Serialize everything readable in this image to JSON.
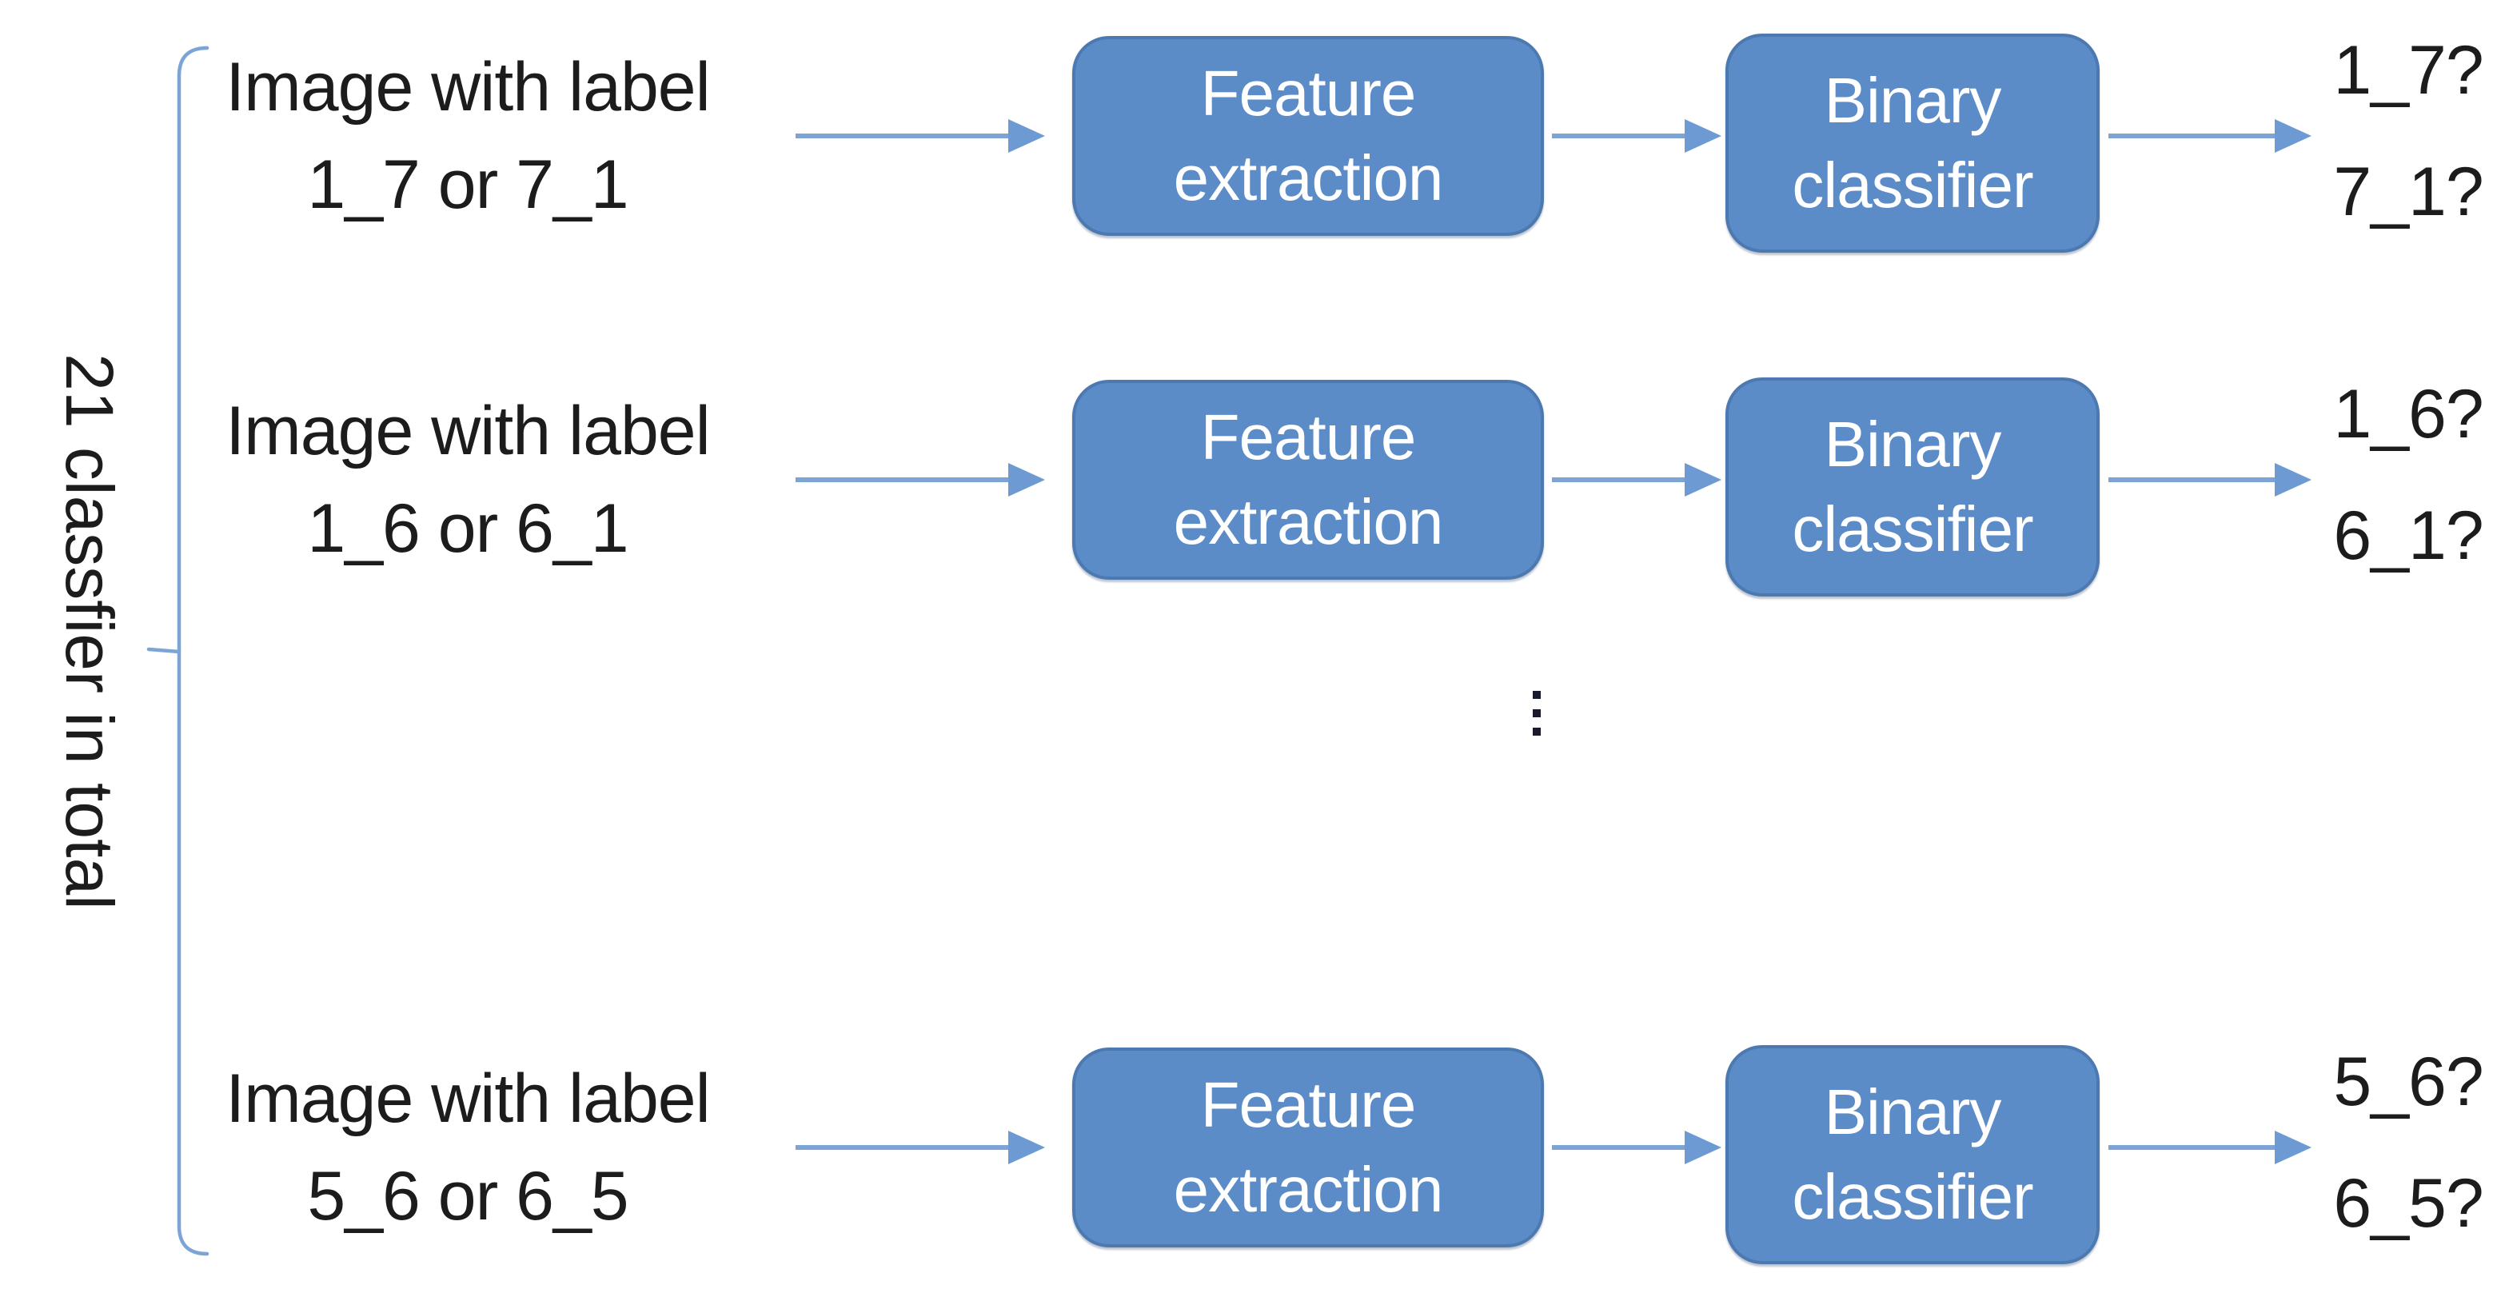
{
  "figure": {
    "brace_label": "21 classfier in total",
    "colors": {
      "box_fill": "#5b8cc8",
      "box_border": "#4c79b0",
      "arrow": "#7da4d6",
      "arrow_head": "#6d9ad2",
      "text": "#1c1c1c",
      "box_text": "#ffffff"
    },
    "rows": [
      {
        "input": {
          "line1": "Image with label",
          "line2": "1_7 or 7_1"
        },
        "feature_box": {
          "line1": "Feature",
          "line2": "extraction"
        },
        "binary_box": {
          "line1": "Binary",
          "line2": "classifier"
        },
        "output": {
          "line1": "1_7?",
          "line2": "7_1?"
        }
      },
      {
        "input": {
          "line1": "Image with label",
          "line2": "1_6 or 6_1"
        },
        "feature_box": {
          "line1": "Feature",
          "line2": "extraction"
        },
        "binary_box": {
          "line1": "Binary",
          "line2": "classifier"
        },
        "output": {
          "line1": "1_6?",
          "line2": "6_1?"
        }
      },
      {
        "input": {
          "line1": "Image with label",
          "line2": "5_6 or 6_5"
        },
        "feature_box": {
          "line1": "Feature",
          "line2": "extraction"
        },
        "binary_box": {
          "line1": "Binary",
          "line2": "classifier"
        },
        "output": {
          "line1": "5_6?",
          "line2": "6_5?"
        }
      }
    ]
  }
}
